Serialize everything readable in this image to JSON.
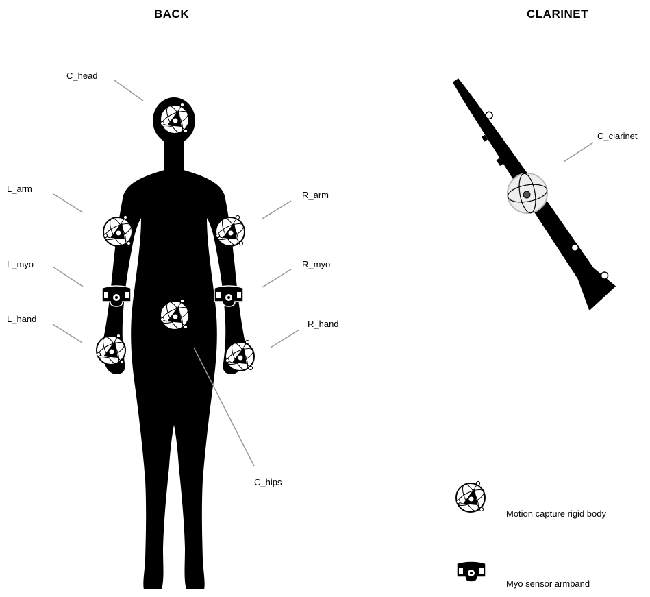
{
  "titles": {
    "back": "BACK",
    "clarinet": "CLARINET"
  },
  "labels": {
    "c_head": "C_head",
    "l_arm": "L_arm",
    "r_arm": "R_arm",
    "l_myo": "L_myo",
    "r_myo": "R_myo",
    "l_hand": "L_hand",
    "r_hand": "R_hand",
    "c_hips": "C_hips",
    "c_clarinet": "C_clarinet"
  },
  "legend": {
    "rigid_body": "Motion capture rigid body",
    "armband": "Myo sensor armband"
  },
  "colors": {
    "silhouette": "#000000",
    "leader_line": "#999999",
    "background": "#ffffff"
  }
}
